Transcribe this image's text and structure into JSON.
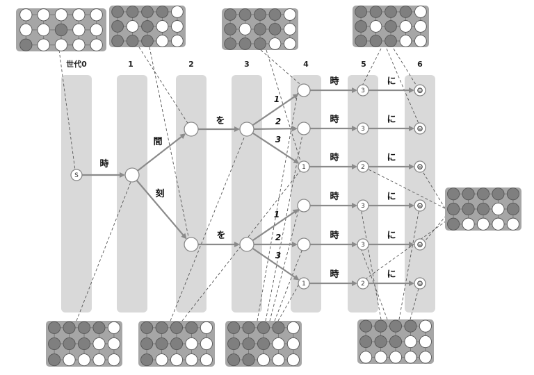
{
  "generations": [
    "世代0",
    "1",
    "2",
    "3",
    "4",
    "5",
    "6"
  ],
  "colors": {
    "column": "#d9d9d9",
    "node_stroke": "#888888",
    "arrow": "#8a8a8a",
    "dashed": "#555555",
    "grid_bg": "#a6a6a6",
    "grid_line": "#777777",
    "dark_cell": "#7f7f7f",
    "light_cell": "#ffffff"
  },
  "nodes": [
    {
      "id": "s",
      "label": "S"
    },
    {
      "id": "n1",
      "label": ""
    },
    {
      "id": "n2a",
      "label": ""
    },
    {
      "id": "n2b",
      "label": ""
    },
    {
      "id": "n3a",
      "label": ""
    },
    {
      "id": "n3b",
      "label": ""
    },
    {
      "id": "n4_1",
      "label": ""
    },
    {
      "id": "n4_2",
      "label": ""
    },
    {
      "id": "n4_3",
      "label": "1"
    },
    {
      "id": "n4_4",
      "label": ""
    },
    {
      "id": "n4_5",
      "label": ""
    },
    {
      "id": "n4_6",
      "label": "1"
    },
    {
      "id": "n5_1",
      "label": "3"
    },
    {
      "id": "n5_2",
      "label": "3"
    },
    {
      "id": "n5_3",
      "label": "2"
    },
    {
      "id": "n5_4",
      "label": "3"
    },
    {
      "id": "n5_5",
      "label": "3"
    },
    {
      "id": "n5_6",
      "label": "2"
    },
    {
      "id": "n6_1",
      "label": "◎"
    },
    {
      "id": "n6_2",
      "label": "◎"
    },
    {
      "id": "n6_3",
      "label": "◎"
    },
    {
      "id": "n6_4",
      "label": "◎"
    },
    {
      "id": "n6_5",
      "label": "◎"
    },
    {
      "id": "n6_6",
      "label": "◎"
    }
  ],
  "edges": [
    {
      "from": "s",
      "to": "n1",
      "label": "時"
    },
    {
      "from": "n1",
      "to": "n2a",
      "label": "間"
    },
    {
      "from": "n1",
      "to": "n2b",
      "label": "刻"
    },
    {
      "from": "n2a",
      "to": "n3a",
      "label": "を"
    },
    {
      "from": "n2b",
      "to": "n3b",
      "label": "を"
    },
    {
      "from": "n3a",
      "to": "n4_1",
      "label": "1"
    },
    {
      "from": "n3a",
      "to": "n4_2",
      "label": "2"
    },
    {
      "from": "n3a",
      "to": "n4_3",
      "label": "3"
    },
    {
      "from": "n3b",
      "to": "n4_4",
      "label": "1"
    },
    {
      "from": "n3b",
      "to": "n4_5",
      "label": "2"
    },
    {
      "from": "n3b",
      "to": "n4_6",
      "label": "3"
    },
    {
      "from": "n4_1",
      "to": "n5_1",
      "label": "時"
    },
    {
      "from": "n4_2",
      "to": "n5_2",
      "label": "時"
    },
    {
      "from": "n4_3",
      "to": "n5_3",
      "label": "時"
    },
    {
      "from": "n4_4",
      "to": "n5_4",
      "label": "時"
    },
    {
      "from": "n4_5",
      "to": "n5_5",
      "label": "時"
    },
    {
      "from": "n4_6",
      "to": "n5_6",
      "label": "時"
    },
    {
      "from": "n5_1",
      "to": "n6_1",
      "label": "に"
    },
    {
      "from": "n5_2",
      "to": "n6_2",
      "label": "に"
    },
    {
      "from": "n5_3",
      "to": "n6_3",
      "label": "に"
    },
    {
      "from": "n5_4",
      "to": "n6_4",
      "label": "に"
    },
    {
      "from": "n5_5",
      "to": "n6_5",
      "label": "に"
    },
    {
      "from": "n5_6",
      "to": "n6_6",
      "label": "に"
    }
  ],
  "grids": [
    {
      "id": "g0",
      "rows": [
        "LLLLL",
        "LLDLL",
        "DLLLL"
      ]
    },
    {
      "id": "g1",
      "rows": [
        "DDDDL",
        "DLDLL",
        "DDDLL"
      ]
    },
    {
      "id": "g3",
      "rows": [
        "DDDDL",
        "DLDDL",
        "DDDLL"
      ]
    },
    {
      "id": "g5",
      "rows": [
        "DDDDL",
        "DLDLL",
        "DDDLL"
      ]
    },
    {
      "id": "gr",
      "rows": [
        "DDDDD",
        "DDDLD",
        "DLLLL"
      ]
    },
    {
      "id": "gb1",
      "rows": [
        "DDDDL",
        "DDDLL",
        "DLLLL"
      ]
    },
    {
      "id": "gb2",
      "rows": [
        "DDDDL",
        "DDDLL",
        "DLLLL"
      ]
    },
    {
      "id": "gb3",
      "rows": [
        "DDDDL",
        "DDDLL",
        "DDLLL"
      ]
    },
    {
      "id": "gb4",
      "rows": [
        "DDDDL",
        "DDDLL",
        "LLLLL"
      ]
    }
  ]
}
